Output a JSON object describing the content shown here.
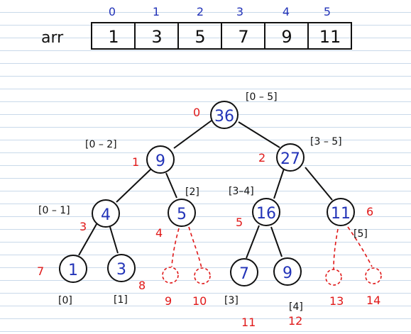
{
  "array": {
    "label": "arr",
    "indices": [
      "0",
      "1",
      "2",
      "3",
      "4",
      "5"
    ],
    "values": [
      "1",
      "3",
      "5",
      "7",
      "9",
      "11"
    ]
  },
  "tree": {
    "nodes": [
      {
        "id": "n0",
        "value": "36",
        "index": "0",
        "range": "[0 – 5]"
      },
      {
        "id": "n1",
        "value": "9",
        "index": "1",
        "range": "[0 – 2]"
      },
      {
        "id": "n2",
        "value": "27",
        "index": "2",
        "range": "[3 – 5]"
      },
      {
        "id": "n3",
        "value": "4",
        "index": "3",
        "range": "[0 – 1]"
      },
      {
        "id": "n4",
        "value": "5",
        "index": "4",
        "range": "[2]"
      },
      {
        "id": "n5",
        "value": "16",
        "index": "5",
        "range": "[3–4]"
      },
      {
        "id": "n6",
        "value": "11",
        "index": "6",
        "range": "[5]"
      },
      {
        "id": "n7",
        "value": "1",
        "index": "7",
        "range": "[0]"
      },
      {
        "id": "n8",
        "value": "3",
        "index": "8",
        "range": "[1]"
      },
      {
        "id": "n11",
        "value": "7",
        "index": "11",
        "range": "[3]"
      },
      {
        "id": "n12",
        "value": "9",
        "index": "12",
        "range": "[4]"
      }
    ],
    "empty_nodes": [
      {
        "id": "e9",
        "index": "9"
      },
      {
        "id": "e10",
        "index": "10"
      },
      {
        "id": "e13",
        "index": "13"
      },
      {
        "id": "e14",
        "index": "14"
      }
    ]
  },
  "colors": {
    "ink": "#111111",
    "node_value": "#2233b8",
    "index_label": "#e01818",
    "paper_line": "#c9d9ea"
  }
}
